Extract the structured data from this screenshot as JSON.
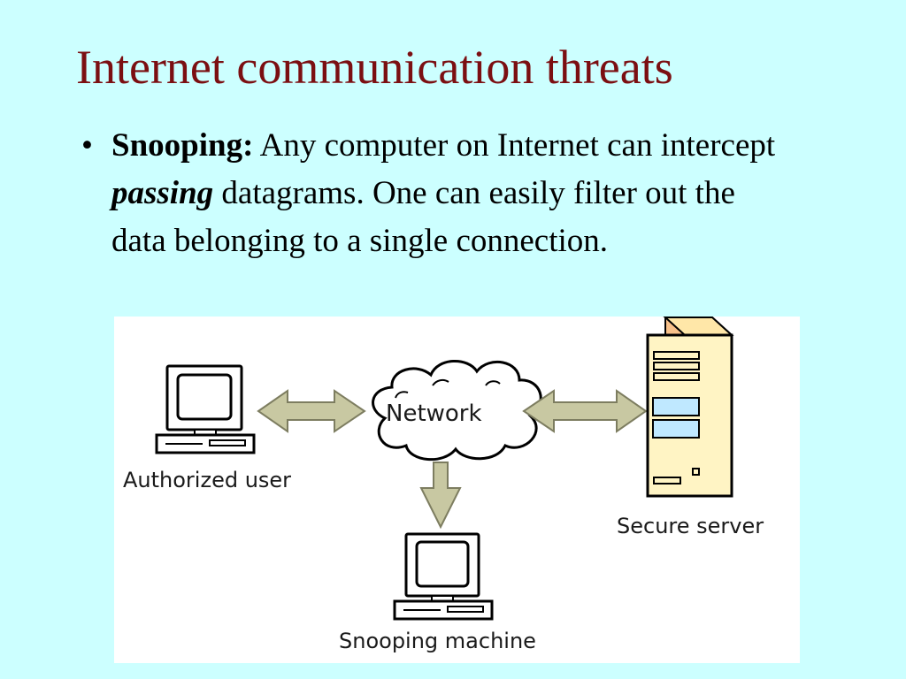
{
  "slide": {
    "title": "Internet communication threats",
    "bullet": {
      "term": "Snooping:",
      "text_before_emphasis": " Any computer on Internet can intercept  ",
      "emphasis": "passing",
      "text_after_emphasis": " datagrams.  One can easily filter out the data belonging to a single connection."
    }
  },
  "diagram": {
    "authorized_user_label": "Authorized user",
    "network_label": "Network",
    "secure_server_label": "Secure server",
    "snooping_machine_label": "Snooping machine",
    "icons": [
      "computer-icon",
      "cloud-icon",
      "server-tower-icon",
      "computer-icon"
    ],
    "colors": {
      "arrow": "#c8c8a2",
      "server_body": "#fff4c4",
      "server_side": "#f8c18a",
      "cloud": "#ffffff"
    }
  }
}
